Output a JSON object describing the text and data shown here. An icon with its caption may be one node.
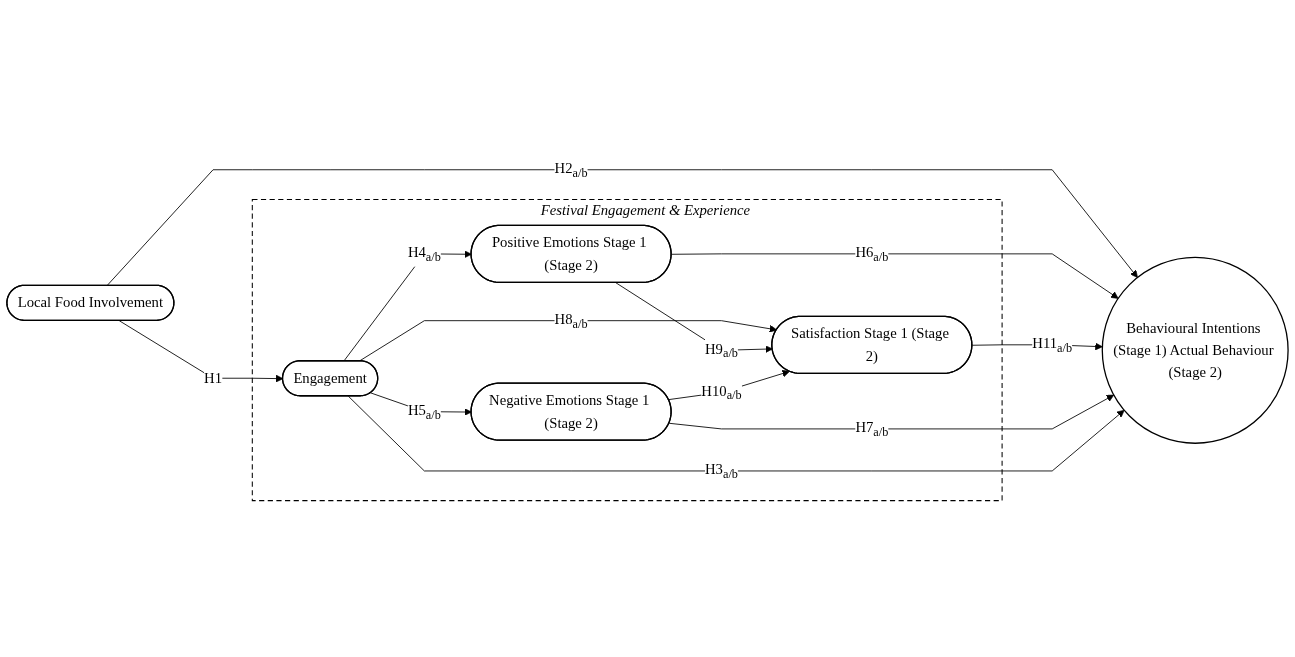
{
  "diagram": {
    "nodes": [
      {
        "text": [
          "Festival Engagement & Experience"
        ]
      },
      {
        "text": [
          "Local Food Involvement"
        ]
      },
      {
        "text": [
          "Engagement"
        ],
        "in": 0
      },
      {
        "text": [
          "Positive Emotions Stage 1 (Stage 2)"
        ],
        "in": 0
      },
      {
        "text": [
          "Satisfaction Stage 1 (Stage 2)"
        ],
        "in": 0
      },
      {
        "text": [
          "Negative Emotions Stage 1 (Stage 2)"
        ],
        "in": 0
      },
      {
        "text": [
          "Behavioural Intentions (Stage 1) Actual Behaviour (Stage 2)"
        ]
      }
    ],
    "edges": [
      {
        "from": 1,
        "to": 6,
        "arrow": "to",
        "label": "H2$_{a/b}$"
      },
      {
        "from": 1,
        "to": 2,
        "arrow": "to",
        "label": "H1"
      },
      {
        "from": 2,
        "to": 3,
        "arrow": "to",
        "label": "H4$_{a/b}$"
      },
      {
        "from": 2,
        "to": 4,
        "arrow": "to",
        "label": "H8$_{a/b}$"
      },
      {
        "from": 2,
        "to": 5,
        "arrow": "to",
        "label": "H5$_{a/b}$"
      },
      {
        "from": 3,
        "to": 4,
        "arrow": "to",
        "label": "H9$_{a/b}$"
      },
      {
        "from": 5,
        "to": 4,
        "arrow": "to",
        "label": "H10$_{a/b}$"
      },
      {
        "from": 3,
        "to": 6,
        "arrow": "to",
        "label": "H6$_{a/b}$"
      },
      {
        "from": 4,
        "to": 6,
        "arrow": "to",
        "label": "H11$_{a/b}$"
      },
      {
        "from": 5,
        "to": 6,
        "arrow": "to",
        "label": "H7$_{a/b}$"
      },
      {
        "from": 2,
        "to": 6,
        "arrow": "to",
        "label": "H3$_{a/b}$"
      }
    ]
  }
}
